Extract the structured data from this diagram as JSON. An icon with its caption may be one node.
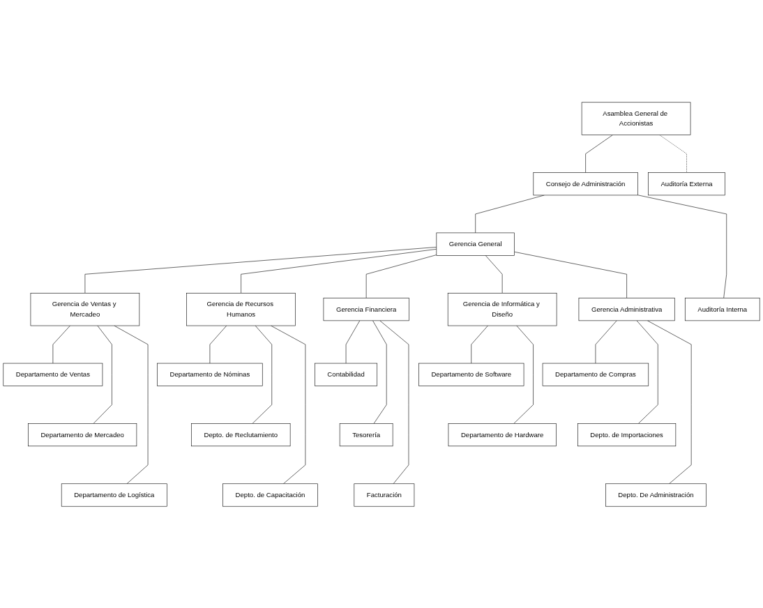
{
  "diagram": {
    "nodes": [
      {
        "text": [
          "Asamblea General de Accionistas"
        ]
      },
      {
        "text": [
          "Auditoría Externa"
        ]
      },
      {
        "text": [
          "Consejo de Administración"
        ]
      },
      {
        "text": [
          "Auditoría Interna"
        ]
      },
      {
        "text": [
          "Gerencia General"
        ]
      },
      {
        "text": [
          "Gerencia de Ventas y Mercadeo"
        ]
      },
      {
        "text": [
          "Gerencia de Recursos Humanos"
        ]
      },
      {
        "text": [
          "Gerencia Financiera"
        ]
      },
      {
        "text": [
          "Gerencia de Informática y Diseño"
        ]
      },
      {
        "text": [
          "Gerencia Administrativa"
        ]
      },
      {
        "text": [
          "Departamento de Ventas"
        ]
      },
      {
        "text": [
          "Departamento de Mercadeo"
        ]
      },
      {
        "text": [
          "Departamento de Logística"
        ]
      },
      {
        "text": [
          "Departamento de Nóminas"
        ]
      },
      {
        "text": [
          "Depto. de Reclutamiento"
        ]
      },
      {
        "text": [
          "Depto. de Capacitación"
        ]
      },
      {
        "text": [
          "Contabilidad"
        ]
      },
      {
        "text": [
          "Tesorería"
        ]
      },
      {
        "text": [
          "Facturación"
        ]
      },
      {
        "text": [
          "Departamento de Software"
        ]
      },
      {
        "text": [
          "Departamento de Hardware"
        ]
      },
      {
        "text": [
          "Departamento de Compras"
        ]
      },
      {
        "text": [
          "Depto. de Importaciones"
        ]
      },
      {
        "text": [
          "Depto. De Administración"
        ]
      }
    ],
    "edges": [
      {
        "from": 0,
        "to": 2,
        "arrow": "none"
      },
      {
        "from": 0,
        "to": 1,
        "arrow": "none",
        "style": "dashed"
      },
      {
        "from": 2,
        "to": 4,
        "arrow": "none"
      },
      {
        "from": 2,
        "to": 3,
        "arrow": "none"
      },
      {
        "from": 4,
        "to": 5,
        "arrow": "none"
      },
      {
        "from": 4,
        "to": 6,
        "arrow": "none"
      },
      {
        "from": 4,
        "to": 7,
        "arrow": "none"
      },
      {
        "from": 4,
        "to": 8,
        "arrow": "none"
      },
      {
        "from": 4,
        "to": 9,
        "arrow": "none"
      },
      {
        "from": 5,
        "to": 10,
        "arrow": "none"
      },
      {
        "from": 5,
        "to": 11,
        "arrow": "none"
      },
      {
        "from": 5,
        "to": 12,
        "arrow": "none"
      },
      {
        "from": 6,
        "to": 13,
        "arrow": "none"
      },
      {
        "from": 6,
        "to": 14,
        "arrow": "none"
      },
      {
        "from": 6,
        "to": 15,
        "arrow": "none"
      },
      {
        "from": 7,
        "to": 16,
        "arrow": "none"
      },
      {
        "from": 7,
        "to": 17,
        "arrow": "none"
      },
      {
        "from": 7,
        "to": 18,
        "arrow": "none"
      },
      {
        "from": 8,
        "to": 19,
        "arrow": "none"
      },
      {
        "from": 8,
        "to": 20,
        "arrow": "none"
      },
      {
        "from": 9,
        "to": 21,
        "arrow": "none"
      },
      {
        "from": 9,
        "to": 22,
        "arrow": "none"
      },
      {
        "from": 9,
        "to": 23,
        "arrow": "none"
      }
    ]
  }
}
